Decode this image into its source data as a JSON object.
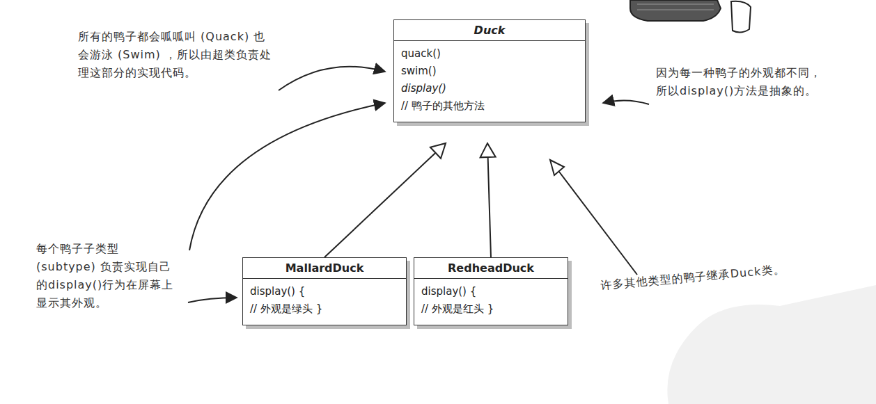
{
  "diagram": {
    "nodes": [
      {
        "text": [
          "Duck",
          "quack()",
          "swim()",
          "display()",
          "// 鸭子的其他方法"
        ]
      },
      {
        "text": [
          "MallardDuck",
          "display() {",
          "// 外观是绿头 }"
        ]
      },
      {
        "text": [
          "RedheadDuck",
          "display() {",
          "// 外观是红头 }"
        ]
      }
    ],
    "edges": [
      {
        "from": 1,
        "to": 0,
        "arrow": "to"
      },
      {
        "from": 2,
        "to": 0,
        "arrow": "to"
      }
    ],
    "labels": [
      "所有的鸭子都会呱呱叫 (Quack) 也会游泳 (Swim) ，所以由超类负责处理这部分的实现代码。",
      "因为每一种鸭子的外观都不同，所以display()方法是抽象的。",
      "每个鸭子子类型 (subtype) 负责实现自己的display()行为在屏幕上显示其外观。",
      "许多其他类型的鸭子继承Duck类。"
    ]
  }
}
